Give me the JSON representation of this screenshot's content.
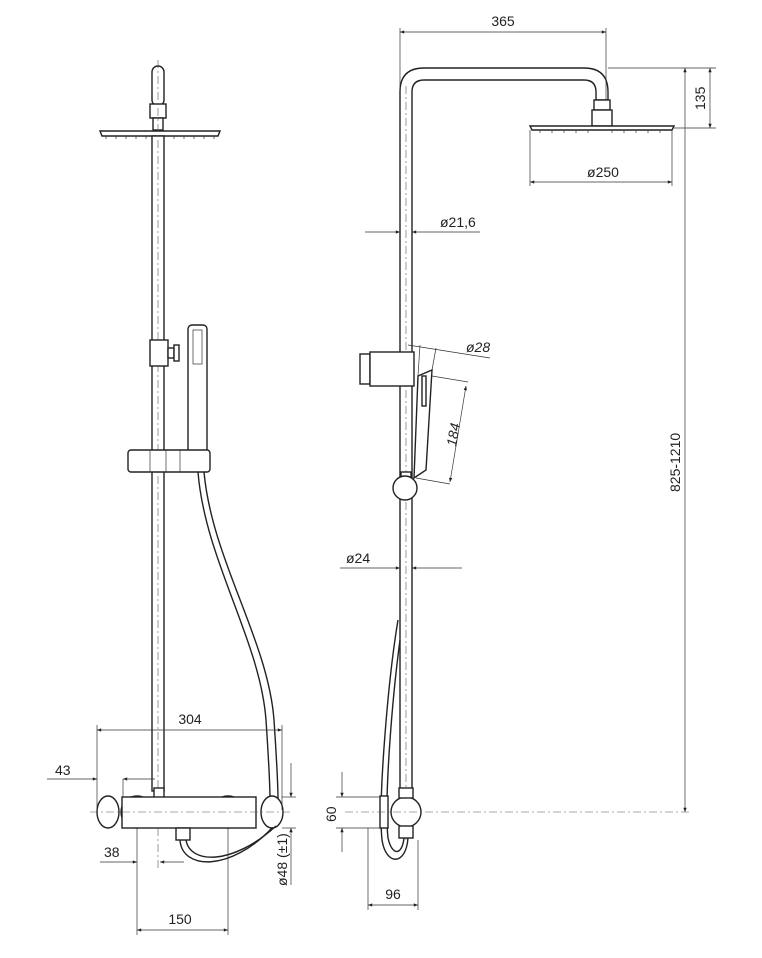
{
  "front_view": {
    "dim_width": "304",
    "dim_offset": "43",
    "dim_center_offset": "38",
    "dim_connection_spacing": "150",
    "dim_body_diameter": "ø48 (±1)"
  },
  "side_view": {
    "dim_arm_reach": "365",
    "dim_arm_drop": "135",
    "dim_head_diameter": "ø250",
    "dim_upper_pipe_diameter": "ø21,6",
    "dim_handshower_diameter": "ø28",
    "dim_handshower_length": "184",
    "dim_height_range": "825-1210",
    "dim_lower_pipe_diameter": "ø24",
    "dim_mixer_height": "60",
    "dim_wall_depth": "96"
  }
}
